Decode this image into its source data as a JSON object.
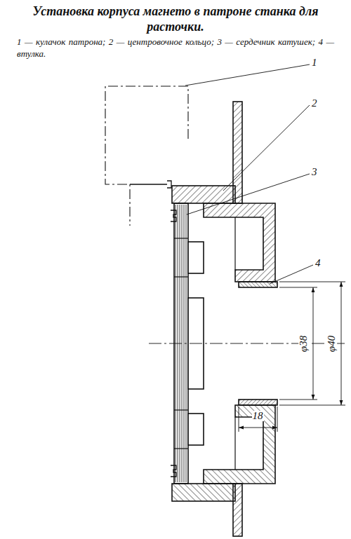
{
  "diagram": {
    "title": "Установка корпуса магнето в патроне станка для расточки.",
    "caption": "1 — кулачок патрона; 2 — центровочное кольцо; 3 — сердечник катушек; 4 — втулка.",
    "labels": [
      "1",
      "2",
      "3",
      "4",
      "φ38",
      "φ40",
      "18"
    ]
  }
}
